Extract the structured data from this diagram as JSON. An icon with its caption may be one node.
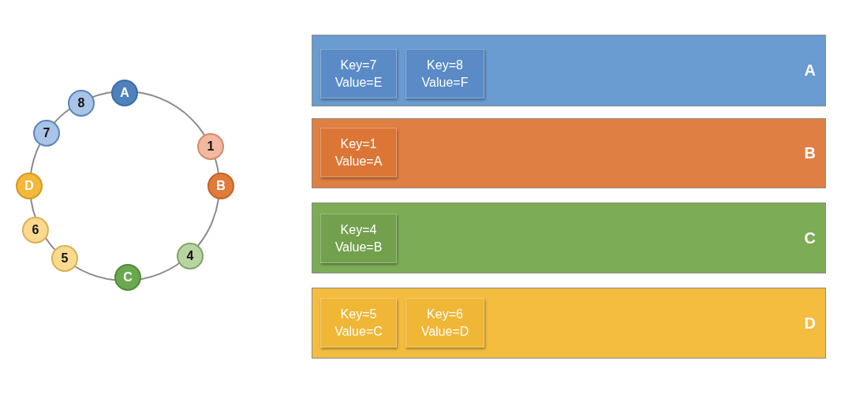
{
  "diagram": {
    "nodes": [
      {
        "text": [
          "A"
        ]
      },
      {
        "text": [
          "8"
        ]
      },
      {
        "text": [
          "7"
        ]
      },
      {
        "text": [
          "1"
        ]
      },
      {
        "text": [
          "B"
        ]
      },
      {
        "text": [
          "D"
        ]
      },
      {
        "text": [
          "6"
        ]
      },
      {
        "text": [
          "5"
        ]
      },
      {
        "text": [
          "4"
        ]
      },
      {
        "text": [
          "C"
        ]
      },
      {
        "text": [
          "A"
        ]
      },
      {
        "text": [
          "Key=7 Value=E"
        ],
        "in": 10
      },
      {
        "text": [
          "Key=8 Value=F"
        ],
        "in": 10
      },
      {
        "text": [
          "B"
        ]
      },
      {
        "text": [
          "Key=1 Value=A"
        ],
        "in": 13
      },
      {
        "text": [
          "C"
        ]
      },
      {
        "text": [
          "Key=4 Value=B"
        ],
        "in": 15
      },
      {
        "text": [
          "D"
        ]
      },
      {
        "text": [
          "Key=5 Value=C"
        ],
        "in": 17
      },
      {
        "text": [
          "Key=6 Value=D"
        ],
        "in": 17
      }
    ]
  }
}
